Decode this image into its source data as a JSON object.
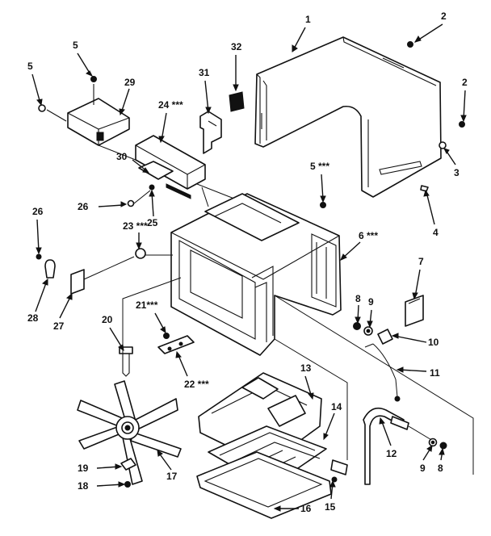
{
  "callouts": [
    {
      "id": "c1",
      "text": "1"
    },
    {
      "id": "c2a",
      "text": "2"
    },
    {
      "id": "c2b",
      "text": "2"
    },
    {
      "id": "c3",
      "text": "3"
    },
    {
      "id": "c4",
      "text": "4"
    },
    {
      "id": "c5a",
      "text": "5"
    },
    {
      "id": "c5b",
      "text": "5"
    },
    {
      "id": "c5c",
      "text": "5 ***"
    },
    {
      "id": "c6",
      "text": "6 ***"
    },
    {
      "id": "c7",
      "text": "7"
    },
    {
      "id": "c8a",
      "text": "8"
    },
    {
      "id": "c8b",
      "text": "8"
    },
    {
      "id": "c9a",
      "text": "9"
    },
    {
      "id": "c9b",
      "text": "9"
    },
    {
      "id": "c10",
      "text": "10"
    },
    {
      "id": "c11",
      "text": "11"
    },
    {
      "id": "c12",
      "text": "12"
    },
    {
      "id": "c13",
      "text": "13"
    },
    {
      "id": "c14",
      "text": "14"
    },
    {
      "id": "c15",
      "text": "15"
    },
    {
      "id": "c16",
      "text": "16"
    },
    {
      "id": "c17",
      "text": "17"
    },
    {
      "id": "c18",
      "text": "18"
    },
    {
      "id": "c19",
      "text": "19"
    },
    {
      "id": "c20",
      "text": "20"
    },
    {
      "id": "c21",
      "text": "21***"
    },
    {
      "id": "c22",
      "text": "22 ***"
    },
    {
      "id": "c23",
      "text": "23 ***"
    },
    {
      "id": "c24",
      "text": "24 ***"
    },
    {
      "id": "c25",
      "text": "25"
    },
    {
      "id": "c26a",
      "text": "26"
    },
    {
      "id": "c26b",
      "text": "26"
    },
    {
      "id": "c27",
      "text": "27"
    },
    {
      "id": "c28",
      "text": "28"
    },
    {
      "id": "c29",
      "text": "29"
    },
    {
      "id": "c30",
      "text": "30"
    },
    {
      "id": "c31",
      "text": "31"
    },
    {
      "id": "c32",
      "text": "32"
    }
  ]
}
